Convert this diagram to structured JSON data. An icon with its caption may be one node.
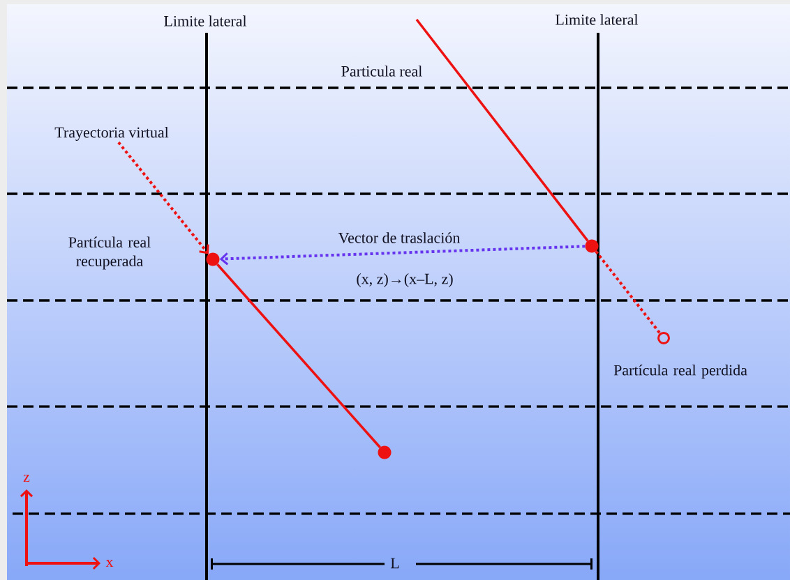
{
  "diagram": {
    "nodes": [
      {
        "text": [
          "Trayectoria virtual"
        ]
      },
      {
        "text": [],
        "shape": "circle",
        "beside": [
          "Partícula real recuperada"
        ]
      },
      {
        "text": [],
        "shape": "circle"
      },
      {
        "text": [],
        "shape": "circle"
      },
      {
        "text": [],
        "shape": "circle",
        "beside": [
          "Partícula real perdida"
        ]
      }
    ],
    "edges": [
      {
        "from": 0,
        "to": 1,
        "arrow": "to",
        "style": "dashed"
      },
      {
        "from": 1,
        "to": 2,
        "arrow": "none"
      },
      {
        "from": null,
        "to": 3,
        "arrow": "none"
      },
      {
        "from": 3,
        "to": 4,
        "arrow": "none",
        "style": "dashed"
      },
      {
        "from": 3,
        "to": 1,
        "arrow": "to",
        "style": "dashed",
        "color": "#6633ee",
        "label": "Vector de traslación"
      }
    ],
    "labels": [
      "Limite lateral",
      "Limite lateral",
      "Particula real",
      "(x, z)→(x–L, z)",
      "z",
      "x",
      "L"
    ]
  }
}
